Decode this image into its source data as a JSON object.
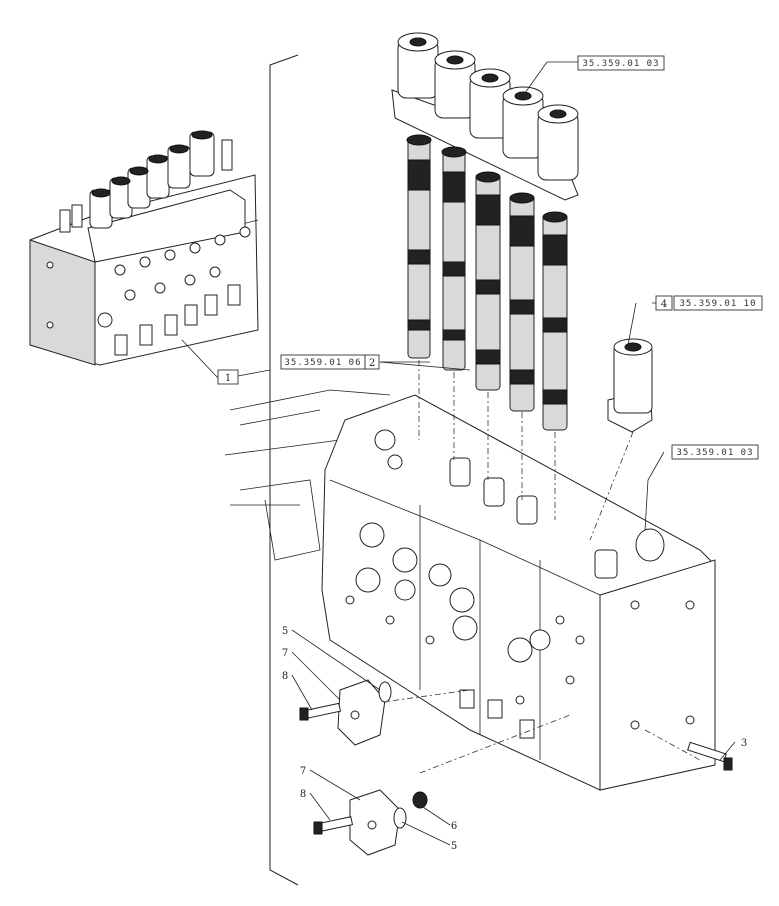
{
  "references": {
    "solenoid_group": "35.359.01 03",
    "spool_group": "35.359.01 06",
    "valve_fitting": "35.359.01 03",
    "cap_ref": "35.359.01 10"
  },
  "callouts": {
    "c1": "1",
    "c2": "2",
    "c3": "3",
    "c4": "4",
    "c5a": "5",
    "c5b": "5",
    "c6": "6",
    "c7a": "7",
    "c7b": "7",
    "c8a": "8",
    "c8b": "8"
  }
}
